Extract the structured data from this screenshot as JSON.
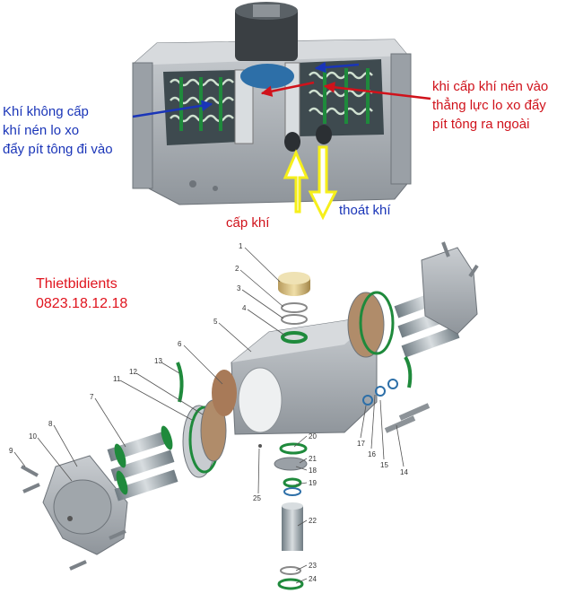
{
  "annotations": {
    "left": [
      "Khí không cấp",
      "khí nén lo xo",
      "đẩy pít tông đi vào"
    ],
    "right": [
      "khi cấp khí nén vào",
      "thẳng lực lo xo đẩy",
      "pít tông ra ngoài"
    ],
    "supply": "cấp khí",
    "exhaust": "thoát khí"
  },
  "brand": {
    "name": "Thietbidients",
    "phone": "0823.18.12.18"
  },
  "parts": [
    "1",
    "2",
    "3",
    "4",
    "5",
    "6",
    "7",
    "8",
    "9",
    "10",
    "11",
    "12",
    "13",
    "14",
    "15",
    "16",
    "17",
    "18",
    "19",
    "20",
    "21",
    "22",
    "23",
    "24",
    "25"
  ],
  "colors": {
    "blue_text": "#1a35b8",
    "red_text": "#d0121b",
    "arrow_yellow": "#f6ef1a",
    "seal_green": "#1f8a3c",
    "body_gray": "#a9aeb3"
  }
}
